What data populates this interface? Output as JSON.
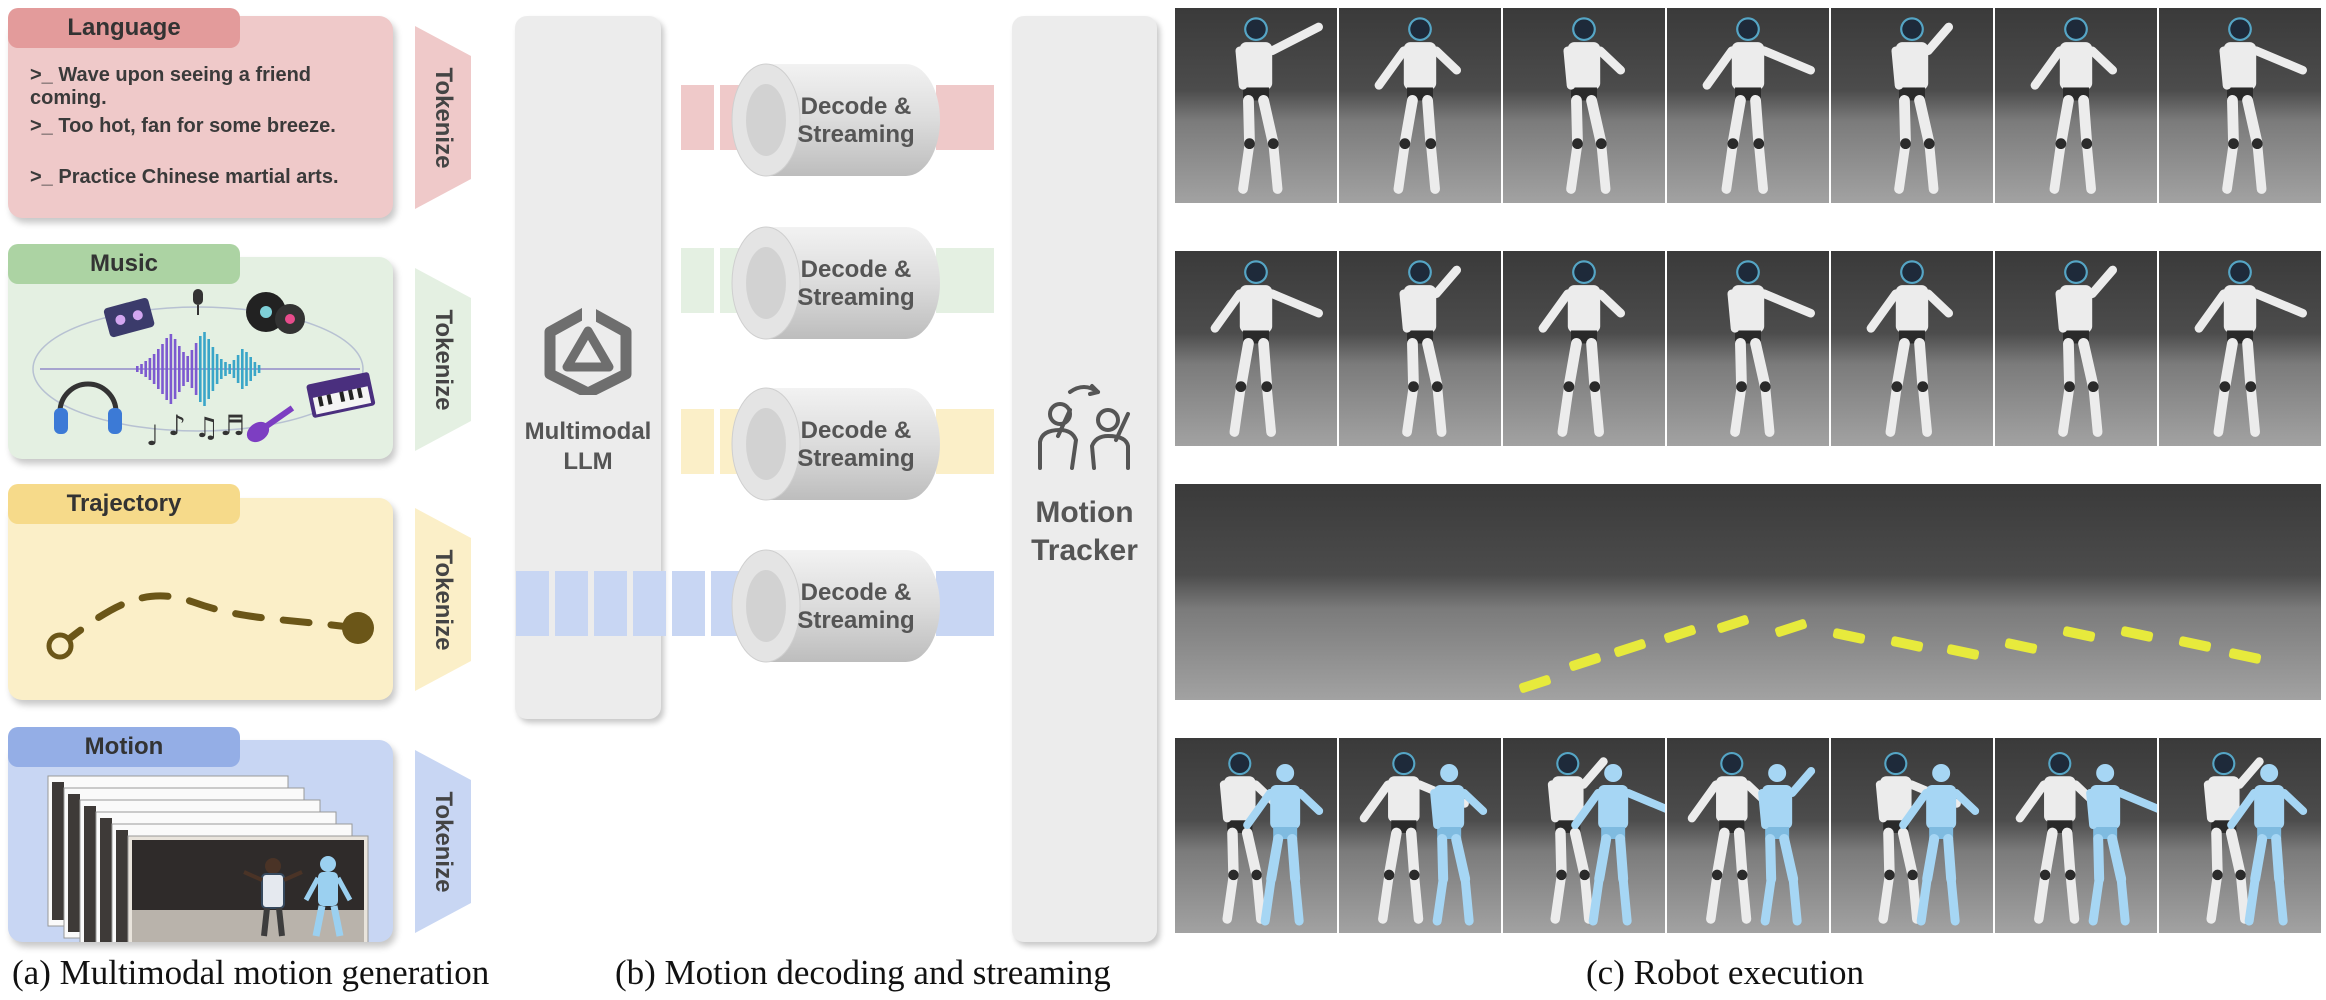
{
  "inputs": {
    "language": {
      "title": "Language",
      "lines": [
        ">_ Wave upon seeing a friend coming.",
        ">_ Too hot, fan for some breeze.",
        ">_ Practice Chinese martial arts."
      ]
    },
    "music": {
      "title": "Music"
    },
    "trajectory": {
      "title": "Trajectory"
    },
    "motion": {
      "title": "Motion"
    },
    "tokenize_label": "Tokenize"
  },
  "llm": {
    "line1": "Multimodal",
    "line2": "LLM"
  },
  "decoder": {
    "line1": "Decode &",
    "line2": "Streaming"
  },
  "tracker": {
    "line1": "Motion",
    "line2": "Tracker"
  },
  "captions": {
    "a": "(a) Multimodal motion generation",
    "b": "(b) Motion decoding and streaming",
    "c": "(c) Robot execution"
  },
  "colors": {
    "language": "#efc9c9",
    "language_title": "#e39b9b",
    "music": "#e4f0e2",
    "music_title": "#acd3a3",
    "trajectory": "#fbefc8",
    "trajectory_title": "#f6da8a",
    "motion": "#c8d6f3",
    "motion_title": "#94aee6",
    "column": "#ececec",
    "path": "#6b5618"
  },
  "icons": {
    "llm": "qwen-hexagon-icon",
    "tracker": "two-people-gesture-icon",
    "music": [
      "cassette-icon",
      "microphone-icon",
      "vinyl-record-icon",
      "headphones-icon",
      "music-notes-icon",
      "guitar-icon",
      "keyboard-icon"
    ]
  }
}
